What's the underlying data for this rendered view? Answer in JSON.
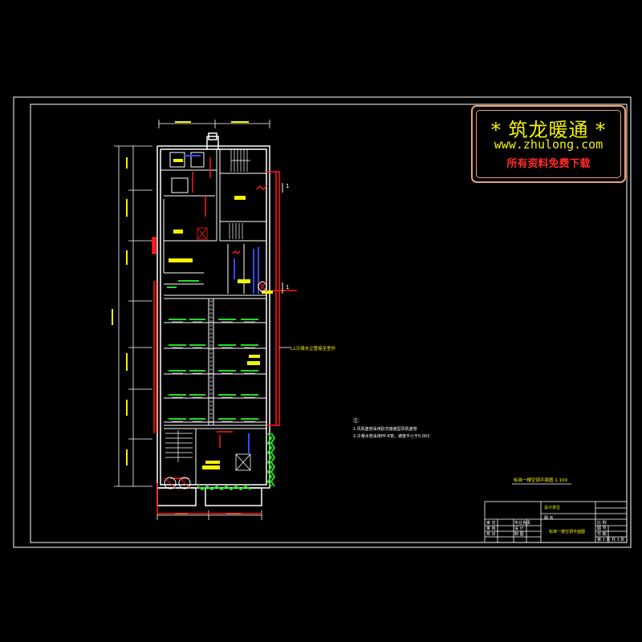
{
  "watermark": {
    "line1": "* 筑龙暖通 *",
    "line2": "www.zhulong.com",
    "line3": "所有资料免费下载"
  },
  "notes": {
    "heading": "注:",
    "items": [
      "1.风机盘管采用卧式暗装型风机盘管",
      "2.冷凝水管采用PP-R管，坡度不小于0.003"
    ]
  },
  "plan": {
    "caption": "标准一楼空调平面图 1:100",
    "riser_label": "L1冷凝水立管接至室外",
    "room_labels": [
      "配电",
      "男卫",
      "女卫",
      "储藏室",
      "楼梯间",
      "办公室",
      "走道",
      "中转仓",
      "电梯"
    ],
    "section_mark": "1"
  },
  "title_block": {
    "project_label": "设计单位",
    "sheet_label": "图 名",
    "drawing_name": "标准一楼空调平面图",
    "rows_left": [
      "审 定",
      "审 核",
      "校 对"
    ],
    "rows_mid": [
      "专业负责",
      "设 计",
      "制 图"
    ],
    "right_cells": [
      "比 例",
      "图 号",
      "日 期"
    ],
    "right_values": [
      "",
      "",
      "第 1 张 共 1 张"
    ]
  },
  "colors": {
    "background": "#000000",
    "frame": "#ffffff",
    "wall": "#ffffff",
    "duct_red": "#ff1a1a",
    "pipe_blue": "#2f4dff",
    "unit_green": "#22dd22",
    "text_yellow": "#f2f20a",
    "watermark_border": "#e8a27a"
  }
}
